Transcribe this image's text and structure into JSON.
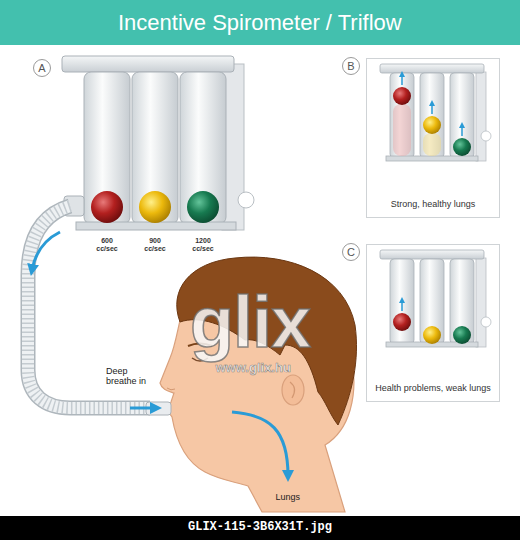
{
  "diagram": {
    "title": "Incentive Spirometer / Triflow",
    "nodes": [
      {
        "text": [
          "A"
        ]
      },
      {
        "text": [
          "B"
        ]
      },
      {
        "text": [
          "Strong, healthy lungs"
        ]
      },
      {
        "text": [
          "C"
        ]
      },
      {
        "text": [
          "Health problems, weak lungs"
        ]
      }
    ],
    "labels": [
      "600 cc/sec",
      "900 cc/sec",
      "1200 cc/sec",
      "Deep breathe in",
      "Lungs",
      "glix",
      "www.glix.hu",
      "GLIX-115-3B6X31T.jpg"
    ]
  }
}
